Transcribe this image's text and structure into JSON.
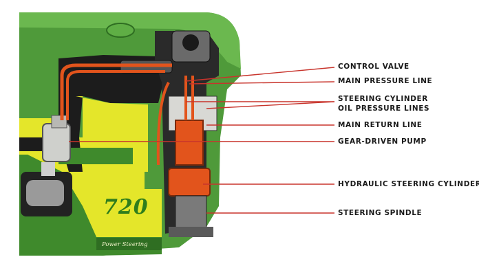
{
  "diagram": {
    "model_number": "720",
    "badge_text": "Power Steering",
    "callouts": [
      {
        "id": "control-valve",
        "label": "CONTROL VALVE"
      },
      {
        "id": "main-pressure-line",
        "label": "MAIN PRESSURE LINE"
      },
      {
        "id": "steering-cylinder",
        "label": "STEERING CYLINDER"
      },
      {
        "id": "oil-pressure-lines",
        "label": "OIL PRESSURE LINES"
      },
      {
        "id": "main-return-line",
        "label": "MAIN RETURN LINE"
      },
      {
        "id": "gear-driven-pump",
        "label": "GEAR-DRIVEN PUMP"
      },
      {
        "id": "hydraulic-steering-cylinder",
        "label": "HYDRAULIC STEERING CYLINDER"
      },
      {
        "id": "steering-spindle",
        "label": "STEERING SPINDLE"
      }
    ],
    "colors": {
      "body_green": "#4f9a3a",
      "dark_green": "#2f6e22",
      "yellow": "#e4e62a",
      "hydraulic_orange": "#e2541c",
      "leader_red": "#c8342c",
      "engine_dark": "#1c1c1c"
    }
  }
}
